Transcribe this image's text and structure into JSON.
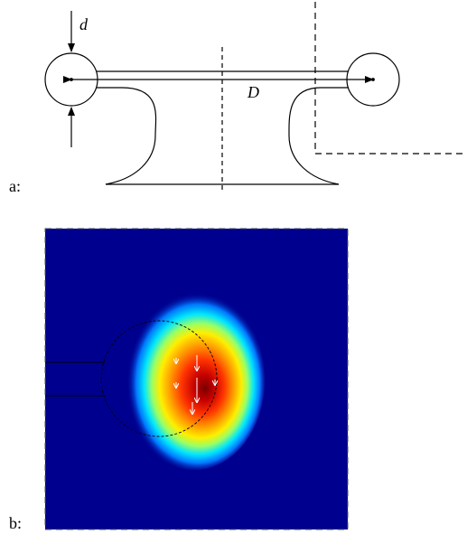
{
  "panel_a": {
    "label": "a:",
    "symbol_d": "d",
    "symbol_D": "D"
  },
  "panel_b": {
    "label": "b:",
    "colors": {
      "background": "#00008f",
      "peak": "#7a0000",
      "outline": "#000000",
      "arrows": "#ffffff"
    }
  }
}
